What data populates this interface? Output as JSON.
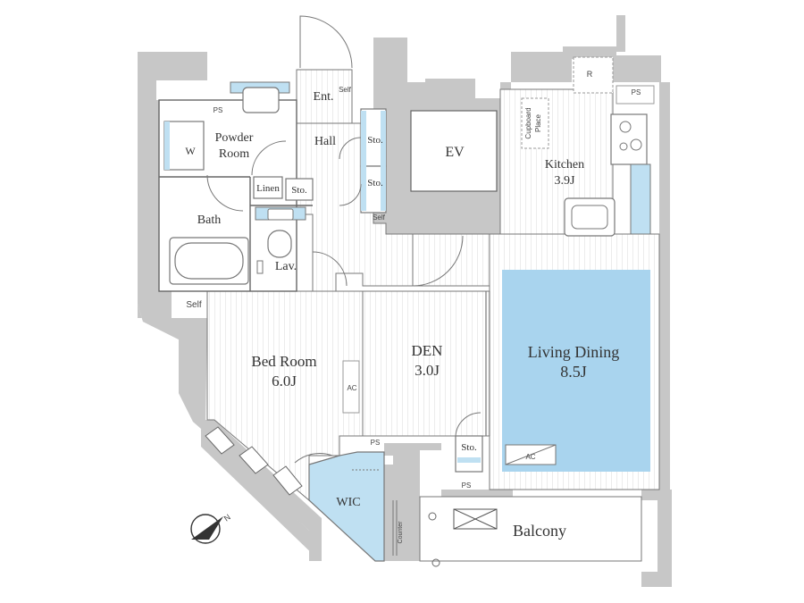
{
  "colors": {
    "wall": "#c7c7c7",
    "floor_line": "#d4d4d4",
    "line": "#555555",
    "blue": "#bfe0f2",
    "blue_strong": "#a9d4ee",
    "text": "#333333"
  },
  "rooms": {
    "entrance": "Ent.",
    "hall": "Hall",
    "powder_room_1": "Powder",
    "powder_room_2": "Room",
    "bath": "Bath",
    "lavatory": "Lav.",
    "linen": "Linen",
    "ev": "EV",
    "kitchen_name": "Kitchen",
    "kitchen_size": "3.9J",
    "bedroom_name": "Bed Room",
    "bedroom_size": "6.0J",
    "den_name": "DEN",
    "den_size": "3.0J",
    "living_name": "Living Dining",
    "living_size": "8.5J",
    "wic": "WIC",
    "balcony": "Balcony"
  },
  "fixtures": {
    "washer": "W",
    "storage_1": "Sto.",
    "storage_2": "Sto.",
    "storage_3": "Sto.",
    "storage_den": "Sto.",
    "self_ent": "Self",
    "self_hall": "Self",
    "self_bath": "Self",
    "ps_powder": "PS",
    "ps_kitchen": "PS",
    "ps_wic": "PS",
    "ps_den": "PS",
    "fridge": "R",
    "cupboard_1": "Cupboard",
    "cupboard_2": "Place",
    "ac_bedroom": "AC",
    "ac_living": "AC",
    "counter": "Counter"
  },
  "compass": {
    "north": "N"
  }
}
